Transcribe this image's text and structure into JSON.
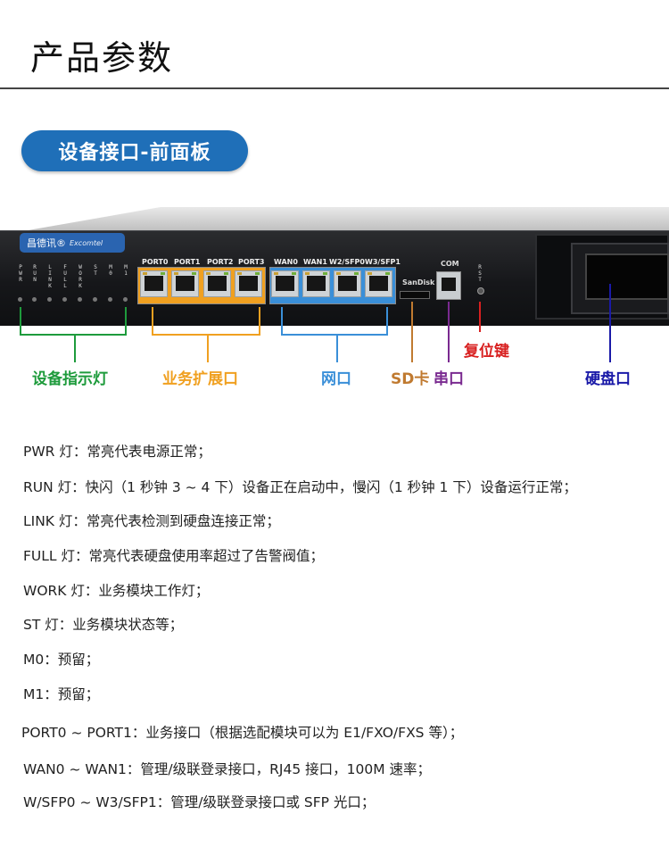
{
  "header": {
    "title": "产品参数"
  },
  "section": {
    "title": "设备接口-前面板"
  },
  "device": {
    "logo_cn": "昌德讯®",
    "logo_en": "Excomtel",
    "leds": [
      "PWR",
      "RUN",
      "LINK",
      "FULL",
      "WORK",
      "ST",
      "M0",
      "M1"
    ],
    "service_ports": [
      "PORT0",
      "PORT1",
      "PORT2",
      "PORT3"
    ],
    "network_ports": [
      "WAN0",
      "WAN1",
      "W2/SFP0",
      "W3/SFP1"
    ],
    "sd_label": "SanDisk",
    "com_label": "COM",
    "rst_label": "RST"
  },
  "callouts": {
    "indicators": "设备指示灯",
    "service_ports": "业务扩展口",
    "network_ports": "网口",
    "sd_card": "SD卡",
    "serial": "串口",
    "reset": "复位键",
    "hdd": "硬盘口"
  },
  "callout_colors": {
    "indicators": "#1e9b3c",
    "service_ports": "#f0a020",
    "network_ports": "#3a8fd8",
    "sd_card": "#c07a30",
    "serial": "#7a2a90",
    "reset": "#d82020",
    "hdd": "#1a1aa8"
  },
  "descriptions": [
    "PWR 灯：常亮代表电源正常；",
    "RUN 灯：快闪（1 秒钟 3 ~ 4 下）设备正在启动中，慢闪（1 秒钟 1 下）设备运行正常；",
    "LINK 灯：常亮代表检测到硬盘连接正常；",
    "FULL 灯：常亮代表硬盘使用率超过了告警阀值；",
    "WORK 灯：业务模块工作灯；",
    "ST 灯：业务模块状态等；",
    "M0：预留；",
    "M1：预留；",
    "PORT0 ~ PORT1：业务接口（根据选配模块可以为 E1/FXO/FXS 等）；",
    "WAN0 ~ WAN1：管理/级联登录接口，RJ45 接口，100M 速率；",
    "W/SFP0 ~ W3/SFP1：管理/级联登录接口或 SFP 光口；"
  ]
}
